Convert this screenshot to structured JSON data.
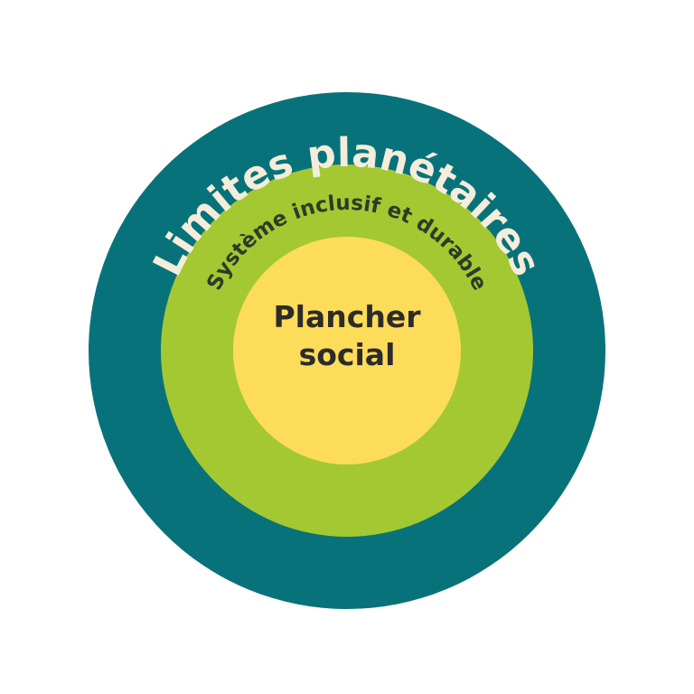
{
  "diagram": {
    "outer_ring": {
      "label": "Limites planétaires",
      "color": "#08727a",
      "text_color": "#f4eddb"
    },
    "middle_ring": {
      "label": "Système inclusif et durable",
      "color": "#a4c831",
      "text_color": "#2f3a26"
    },
    "core": {
      "line1": "Plancher",
      "line2": "social",
      "color": "#fddc59",
      "text_color": "#2b2b2b"
    }
  }
}
